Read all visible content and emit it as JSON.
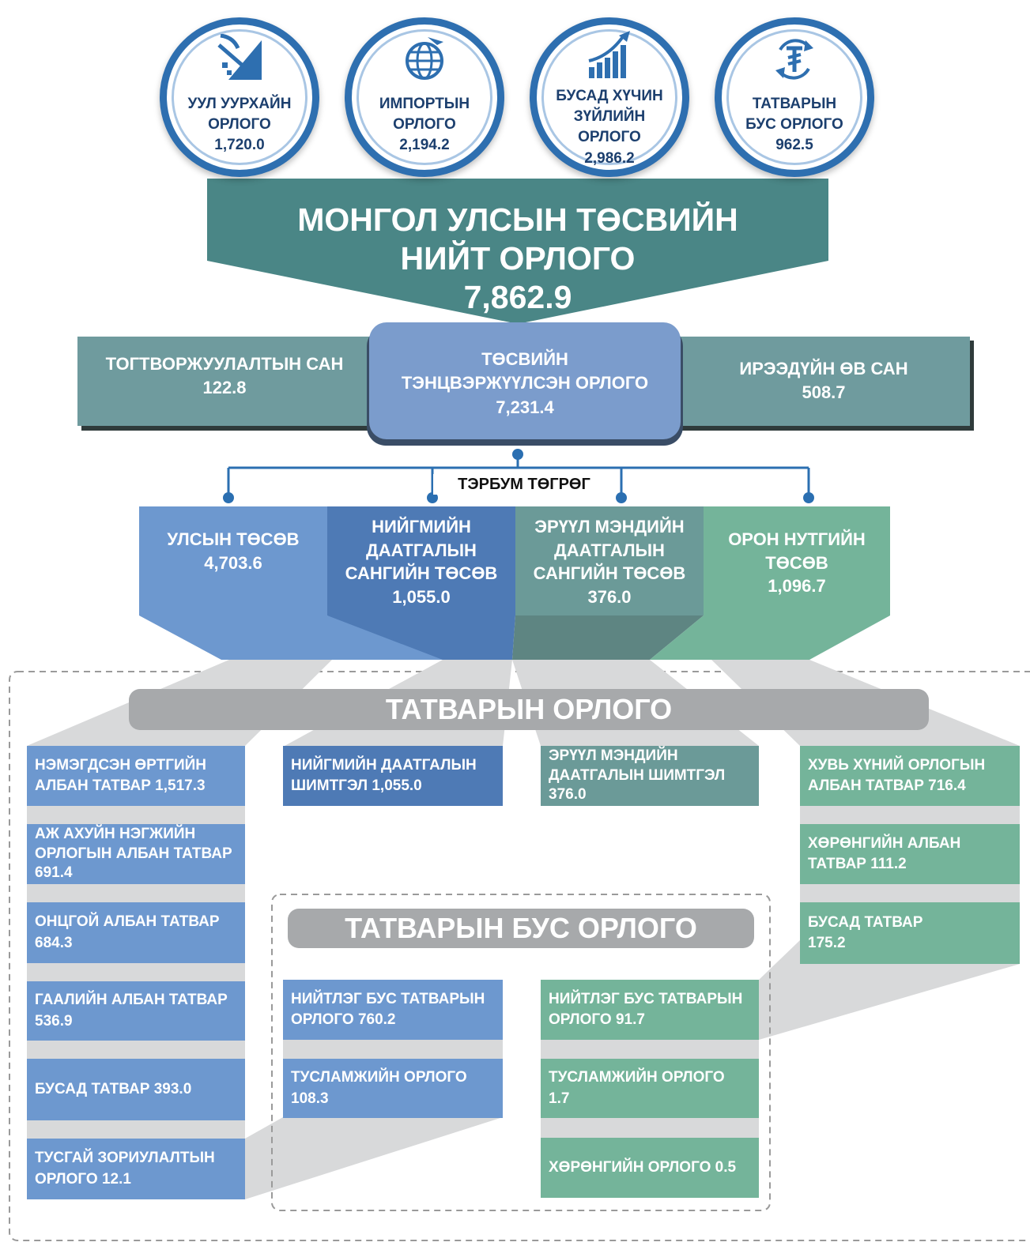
{
  "top_sources": [
    {
      "line1": "УУЛ УУРХАЙН",
      "line2": "ОРЛОГО",
      "value": "1,720.0",
      "icon": "mining-icon"
    },
    {
      "line1": "ИМПОРТЫН",
      "line2": "ОРЛОГО",
      "value": "2,194.2",
      "icon": "globe-plane-icon"
    },
    {
      "line1": "БУСАД ХҮЧИН",
      "line2": "ЗҮЙЛИЙН",
      "line3": "ОРЛОГО",
      "value": "2,986.2",
      "icon": "growth-chart-icon"
    },
    {
      "line1": "ТАТВАРЫН",
      "line2": "БУС ОРЛОГО",
      "value": "962.5",
      "icon": "tugrik-cycle-icon"
    }
  ],
  "total": {
    "line1": "МОНГОЛ УЛСЫН ТӨСВИЙН",
    "line2": "НИЙТ ОРЛОГО",
    "value": "7,862.9"
  },
  "stabilization_fund": {
    "label": "ТОГТВОРЖУУЛАЛТЫН САН",
    "value": "122.8"
  },
  "balanced_revenue": {
    "line1": "ТӨСВИЙН",
    "line2": "ТЭНЦВЭРЖҮҮЛСЭН ОРЛОГО",
    "value": "7,231.4"
  },
  "future_fund": {
    "label": "ИРЭЭДҮЙН ӨВ САН",
    "value": "508.7"
  },
  "unit": "ТЭРБУМ ТӨГРӨГ",
  "budgets": [
    {
      "lines": [
        "УЛСЫН ТӨСӨВ"
      ],
      "value": "4,703.6",
      "color": "#6d98cf"
    },
    {
      "lines": [
        "НИЙГМИЙН",
        "ДААТГАЛЫН",
        "САНГИЙН ТӨСӨВ"
      ],
      "value": "1,055.0",
      "color": "#4e7ab5"
    },
    {
      "lines": [
        "ЭРҮҮЛ МЭНДИЙН",
        "ДААТГАЛЫН",
        "САНГИЙН ТӨСӨВ"
      ],
      "value": "376.0",
      "color": "#6b9a98"
    },
    {
      "lines": [
        "ОРОН НУТГИЙН",
        "ТӨСӨВ"
      ],
      "value": "1,096.7",
      "color": "#74b49a"
    }
  ],
  "tax_revenue_title": "ТАТВАРЫН ОРЛОГО",
  "non_tax_revenue_title": "ТАТВАРЫН БУС ОРЛОГО",
  "state_tax_items": [
    {
      "line1": "НЭМЭГДСЭН ӨРТГИЙН",
      "line2": "АЛБАН ТАТВАР 1,517.3"
    },
    {
      "line1": "АЖ АХУЙН НЭГЖИЙН",
      "line2": "ОРЛОГЫН АЛБАН ТАТВАР",
      "line3": "691.4"
    },
    {
      "line1": "ОНЦГОЙ АЛБАН ТАТВАР",
      "line2": "684.3"
    },
    {
      "line1": "ГААЛИЙН АЛБАН ТАТВАР",
      "line2": "536.9"
    },
    {
      "line1": "БУСАД ТАТВАР 393.0"
    },
    {
      "line1": "ТУСГАЙ ЗОРИУЛАЛТЫН",
      "line2": "ОРЛОГО 12.1"
    }
  ],
  "social_insurance_item": {
    "line1": "НИЙГМИЙН ДААТГАЛЫН",
    "line2": "ШИМТГЭЛ 1,055.0"
  },
  "health_insurance_item": {
    "line1": "ЭРҮҮЛ МЭНДИЙН",
    "line2": "ДААТГАЛЫН ШИМТГЭЛ",
    "line3": "376.0"
  },
  "local_tax_items": [
    {
      "line1": "ХУВЬ ХҮНИЙ ОРЛОГЫН",
      "line2": "АЛБАН ТАТВАР 716.4"
    },
    {
      "line1": "ХӨРӨНГИЙН АЛБАН",
      "line2": "ТАТВАР 111.2"
    },
    {
      "line1": "БУСАД ТАТВАР",
      "line2": "175.2"
    }
  ],
  "state_non_tax_items": [
    {
      "line1": "НИЙТЛЭГ БУС ТАТВАРЫН",
      "line2": "ОРЛОГО 760.2"
    },
    {
      "line1": "ТУСЛАМЖИЙН ОРЛОГО",
      "line2": "108.3"
    }
  ],
  "local_non_tax_items": [
    {
      "line1": "НИЙТЛЭГ БУС ТАТВАРЫН",
      "line2": "ОРЛОГО 91.7"
    },
    {
      "line1": "ТУСЛАМЖИЙН ОРЛОГО",
      "line2": "1.7"
    },
    {
      "line1": "ХӨРӨНГИЙН ОРЛОГО 0.5"
    }
  ]
}
